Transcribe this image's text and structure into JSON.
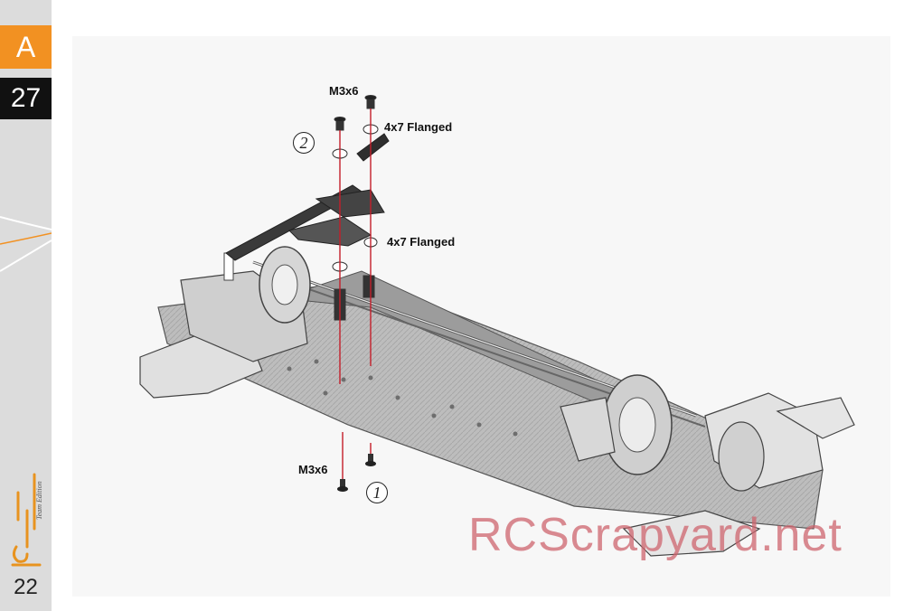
{
  "sidebar": {
    "section_letter": "A",
    "step_number": "27",
    "page_number": "22",
    "colors": {
      "section_tab": "#f29122",
      "step_tab": "#111111",
      "background": "#dcdcdc"
    }
  },
  "brand": {
    "logo_name": "serpent-team-edition-logo",
    "logo_text": "Team Edition"
  },
  "diagram": {
    "callouts": {
      "top_screw": "M3x6",
      "upper_ballstud": "4x7 Flanged",
      "mid_ballstud": "4x7 Flanged",
      "bottom_screw": "M3x6"
    },
    "steps": {
      "one": "1",
      "two": "2"
    }
  },
  "watermark": "RCScrapyard.net"
}
